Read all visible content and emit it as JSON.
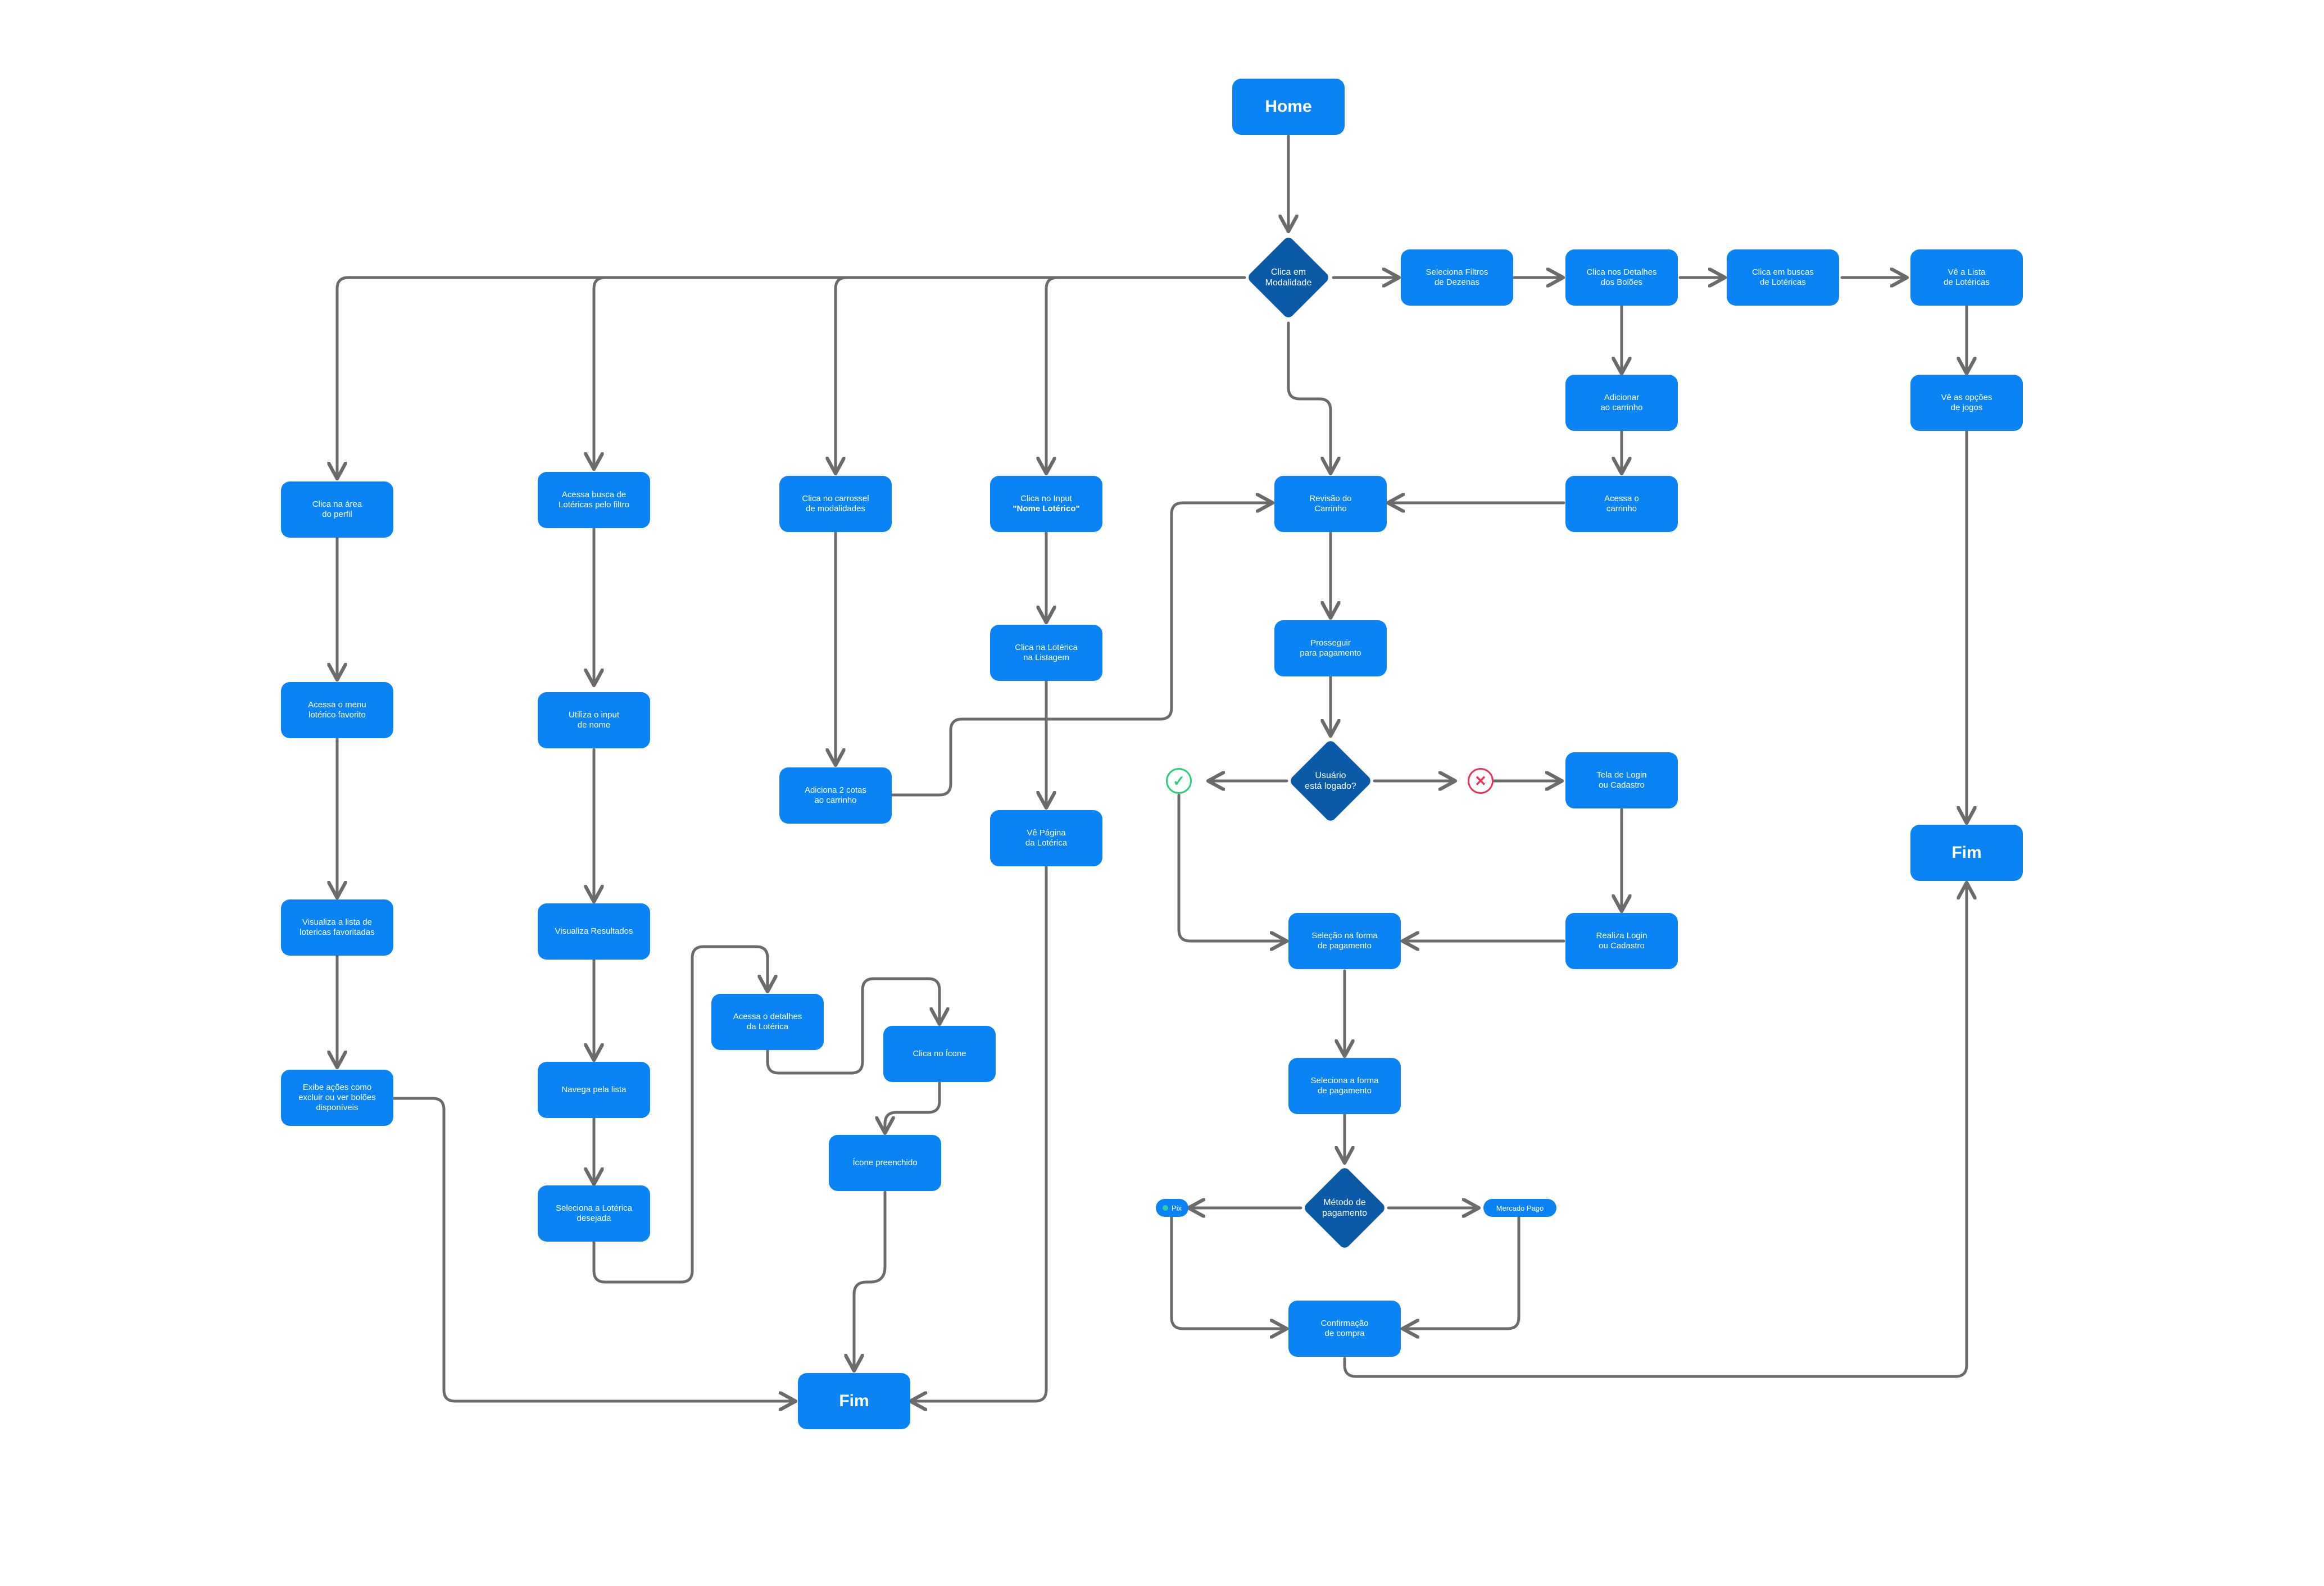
{
  "nodes": {
    "home": "Home",
    "clica_modalidade": "Clica em\nModalidade",
    "seleciona_filtros": "Seleciona Filtros\nde Dezenas",
    "clica_detalhes_boloes": "Clica nos Detalhes\ndos Bolões",
    "clica_buscas_lotericas": "Clica em buscas\nde Lotéricas",
    "ve_lista_lotericas": "Vê a Lista\nde Lotéricas",
    "adicionar_carrinho": "Adicionar\nao carrinho",
    "ve_opcoes_jogos": "Vê as opções\nde jogos",
    "clica_area_perfil": "Clica na área\ndo perfil",
    "acessa_busca_lotericas": "Acessa busca de\nLotéricas pelo filtro",
    "clica_carrossel": "Clica no carrossel\nde modalidades",
    "clica_input_line1": "Clica no Input",
    "clica_input_line2": "\"Nome Lotérico\"",
    "revisao_carrinho": "Revisão do\nCarrinho",
    "acessa_carrinho": "Acessa o\ncarrinho",
    "clica_loterica_listagem": "Clica na Lotérica\nna Listagem",
    "prosseguir_pagamento": "Prosseguir\npara pagamento",
    "acessa_menu_loterico": "Acessa o menu\nlotérico favorito",
    "utiliza_input_nome": "Utiliza o input\nde nome",
    "adiciona_cotas": "Adiciona 2 cotas\nao carrinho",
    "usuario_logado": "Usuário\nestá logado?",
    "tela_login": "Tela de Login\nou Cadastro",
    "ve_pagina_loterica": "Vê Página\nda Lotérica",
    "fim_right": "Fim",
    "visualiza_favoritas": "Visualiza a lista de\nlotericas favoritadas",
    "visualiza_resultados": "Visualiza Resultados",
    "selecao_forma": "Seleção na forma\nde pagamento",
    "realiza_login": "Realiza Login\nou Cadastro",
    "acessa_detalhes_loterica": "Acessa o detalhes\nda Lotérica",
    "clica_icone": "Clica no Ícone",
    "exibe_acoes": "Exibe ações como\nexcluir ou ver bolões\ndisponíveis",
    "navega_lista": "Navega pela lista",
    "seleciona_forma": "Seleciona a forma\nde pagamento",
    "icone_preenchido": "Ícone preenchido",
    "metodo_pagamento": "Método de\npagamento",
    "pix": "Pix",
    "mercado_pago": "Mercado Pago",
    "seleciona_loterica": "Seleciona a Lotérica\ndesejada",
    "confirmacao_compra": "Confirmação\nde compra",
    "fim_bottom": "Fim"
  },
  "status": {
    "yes_icon": "check-icon",
    "no_icon": "x-icon",
    "yes_symbol": "✓",
    "no_symbol": "✕"
  },
  "colors": {
    "process": "#0a84f5",
    "decision": "#0b5aa8",
    "connector": "#6b6b6b",
    "yes": "#2bcf7a",
    "no": "#e8345a"
  }
}
